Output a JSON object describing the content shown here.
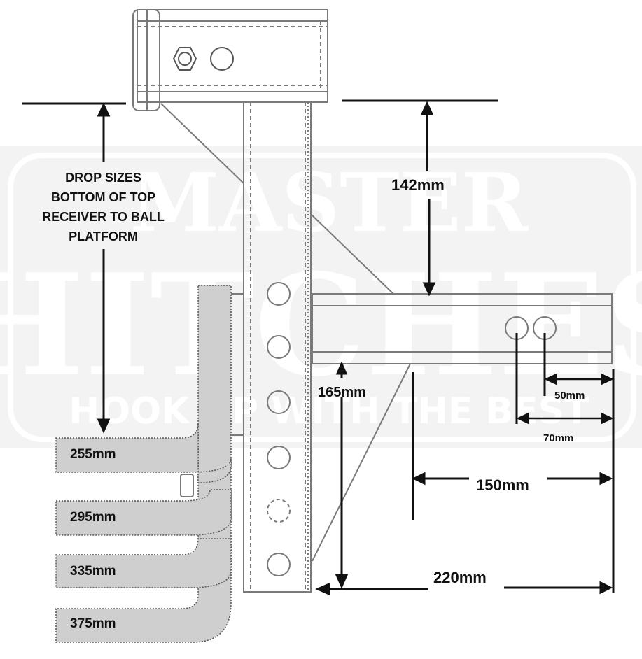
{
  "title_note": {
    "lines": [
      "DROP SIZES",
      "BOTTOM OF TOP",
      "RECEIVER TO BALL",
      "PLATFORM"
    ]
  },
  "dimensions": {
    "d142": "142mm",
    "d165": "165mm",
    "d50": "50mm",
    "d70": "70mm",
    "d150": "150mm",
    "d220": "220mm"
  },
  "drops": [
    "255mm",
    "295mm",
    "335mm",
    "375mm"
  ],
  "watermark": {
    "line1": "MASTER",
    "line2": "HITCHES",
    "line3": "HOOK UP WITH THE BEST"
  },
  "colors": {
    "line": "#111111",
    "drawing": "#7a7a7a",
    "drop_fill": "#cfcfcf",
    "watermark": "#e6e6e6"
  }
}
